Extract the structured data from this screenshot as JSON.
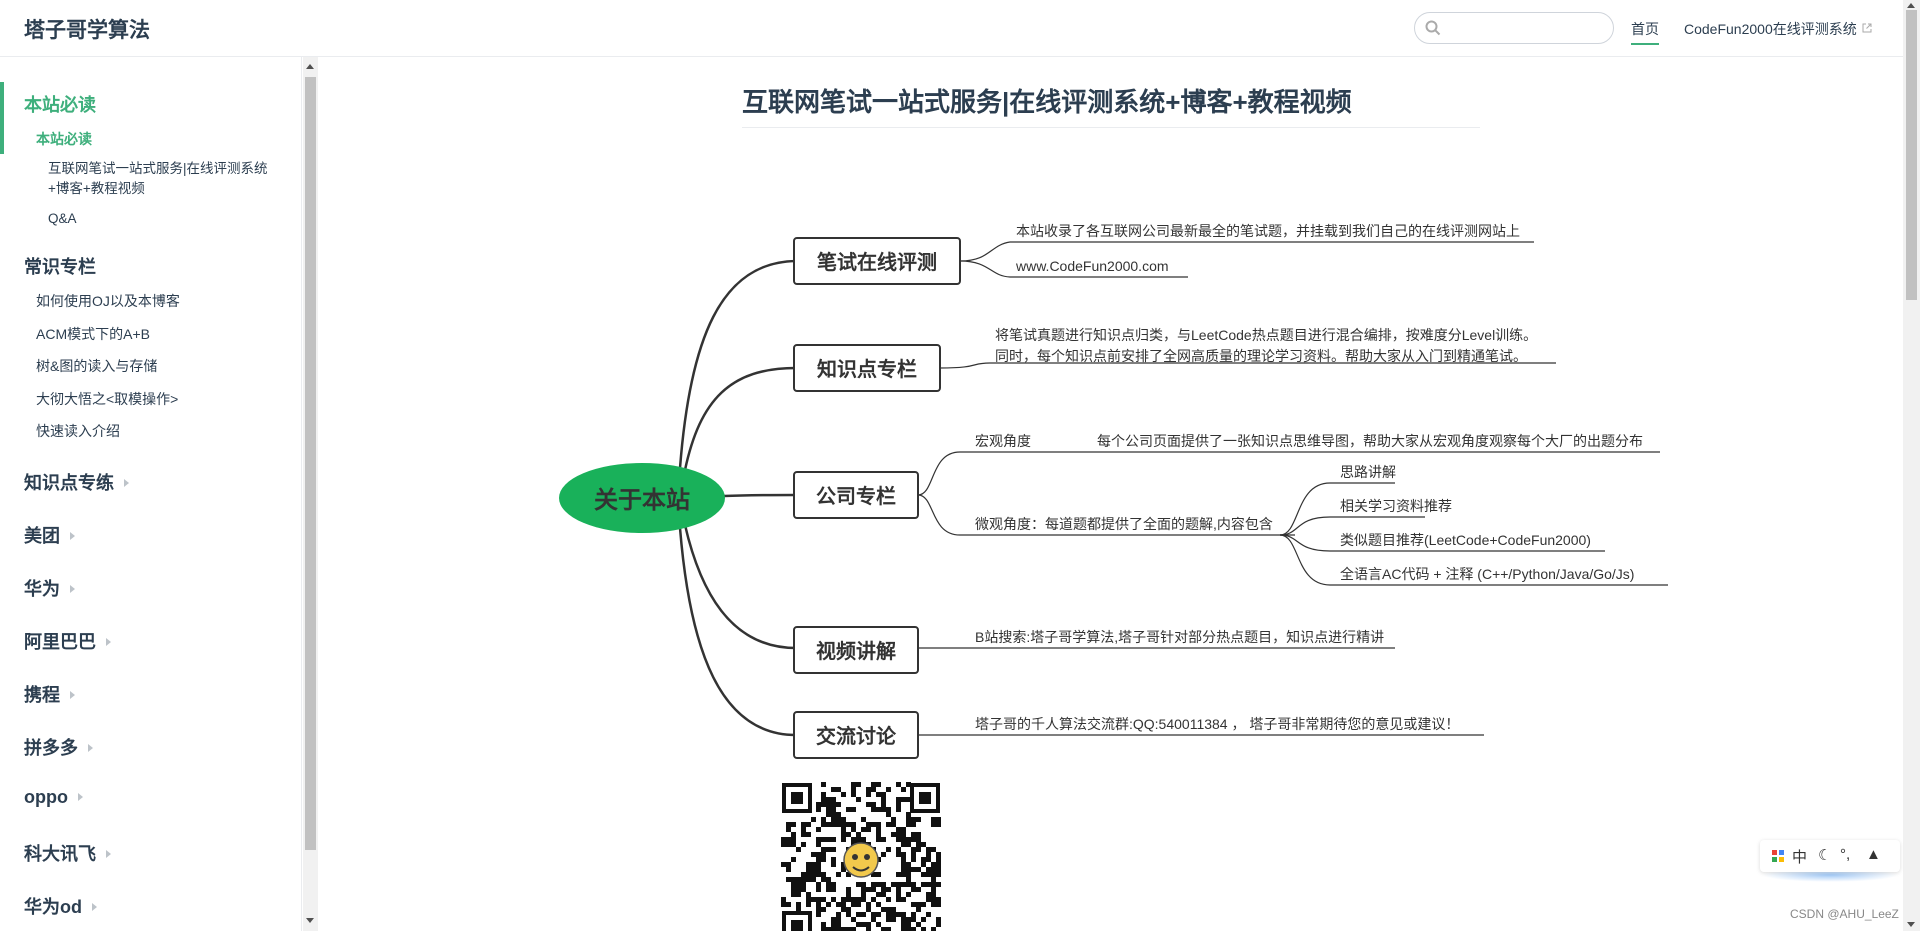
{
  "navbar": {
    "site_name": "塔子哥学算法",
    "search": {
      "value": "",
      "placeholder": ""
    },
    "links": [
      {
        "label": "首页",
        "active": true
      },
      {
        "label": "CodeFun2000在线评测系统",
        "external": true
      }
    ]
  },
  "sidebar": {
    "groups": [
      {
        "label": "本站必读",
        "active": true,
        "items": [
          {
            "label": "本站必读",
            "active": true
          },
          {
            "label": "互联网笔试一站式服务|在线评测系统+博客+教程视频"
          },
          {
            "label": "Q&A"
          }
        ]
      },
      {
        "label": "常识专栏",
        "items": [
          {
            "label": "如何使用OJ以及本博客"
          },
          {
            "label": "ACM模式下的A+B"
          },
          {
            "label": "树&图的读入与存储"
          },
          {
            "label": "大彻大悟之<取模操作>"
          },
          {
            "label": "快速读入介绍"
          }
        ]
      },
      {
        "label": "知识点专练",
        "collapsed": true
      },
      {
        "label": "美团",
        "collapsed": true
      },
      {
        "label": "华为",
        "collapsed": true
      },
      {
        "label": "阿里巴巴",
        "collapsed": true
      },
      {
        "label": "携程",
        "collapsed": true
      },
      {
        "label": "拼多多",
        "collapsed": true
      },
      {
        "label": "oppo",
        "collapsed": true
      },
      {
        "label": "科大讯飞",
        "collapsed": true
      },
      {
        "label": "华为od",
        "collapsed": true
      }
    ]
  },
  "main": {
    "title": "互联网笔试一站式服务|在线评测系统+博客+教程视频",
    "mindmap": {
      "root": "关于本站",
      "root_color": "#19b15a",
      "branches": [
        {
          "label": "笔试在线评测",
          "notes": [
            "本站收录了各互联网公司最新最全的笔试题，并挂载到我们自己的在线评测网站上",
            "www.CodeFun2000.com"
          ]
        },
        {
          "label": "知识点专栏",
          "notes": [
            "将笔试真题进行知识点归类，与LeetCode热点题目进行混合编排，按难度分Level训练。",
            "同时，每个知识点前安排了全网高质量的理论学习资料。帮助大家从入门到精通笔试。"
          ]
        },
        {
          "label": "公司专栏",
          "macro_label": "宏观角度",
          "macro_text": "每个公司页面提供了一张知识点思维导图，帮助大家从宏观角度观察每个大厂的出题分布",
          "micro_label": "微观角度：每道题都提供了全面的题解,内容包含",
          "micro_items": [
            "思路讲解",
            "相关学习资料推荐",
            "类似题目推荐(LeetCode+CodeFun2000)",
            "全语言AC代码 + 注释 (C++/Python/Java/Go/Js)"
          ]
        },
        {
          "label": "视频讲解",
          "notes": [
            "B站搜索:塔子哥学算法,塔子哥针对部分热点题目，知识点进行精讲"
          ]
        },
        {
          "label": "交流讨论",
          "notes": [
            "塔子哥的千人算法交流群:QQ:540011384 ， 塔子哥非常期待您的意见或建议！"
          ]
        }
      ]
    }
  },
  "ime_toolbar": {
    "lang": "中"
  },
  "watermark": "CSDN @AHU_LeeZ",
  "colors": {
    "accent": "#3eaf7c",
    "text": "#2c3e50"
  }
}
